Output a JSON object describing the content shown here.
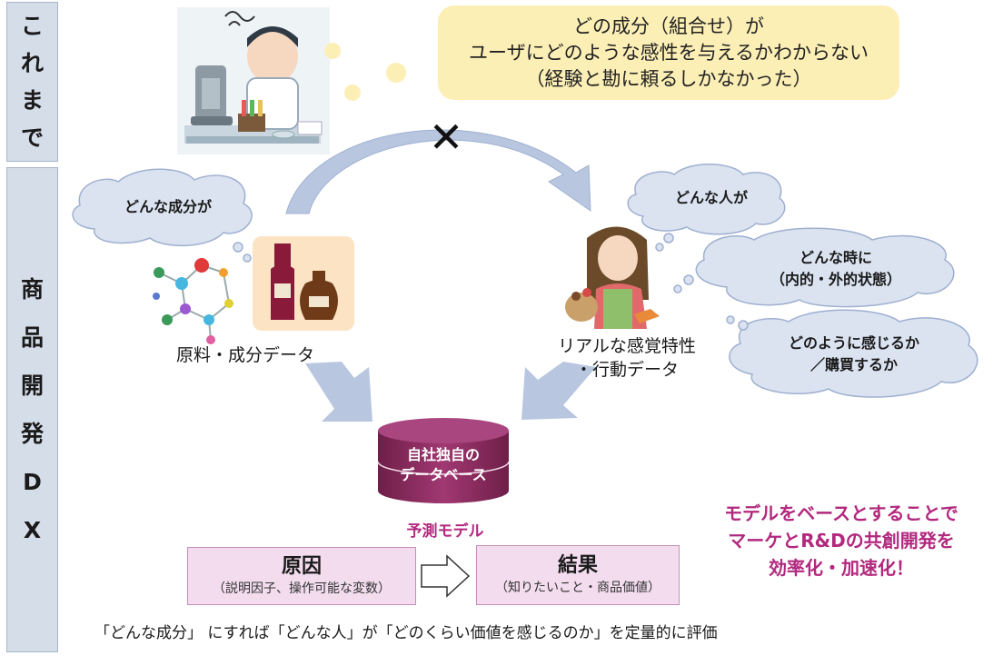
{
  "sidebar": {
    "top_chars": [
      "こ",
      "れ",
      "ま",
      "で"
    ],
    "bottom_chars": [
      "商",
      "品",
      "開",
      "発",
      "D",
      "X"
    ]
  },
  "top_note": {
    "lines": [
      "どの成分（組合せ）が",
      "ユーザにどのような感性を与えるかわからない",
      "（経験と勘に頼るしかなかった）"
    ]
  },
  "cross_mark": "✕",
  "bubbles": {
    "ingredient": "どんな成分が",
    "person": "どんな人が",
    "when_line1": "どんな時に",
    "when_line2": "（内的・外的状態）",
    "feel_line1": "どのように感じるか",
    "feel_line2": "／購買するか"
  },
  "labels": {
    "material": "原料・成分データ",
    "real_line1": "リアルな感覚特性",
    "real_line2": "・行動データ"
  },
  "database": {
    "line1": "自社独自の",
    "line2": "データベース"
  },
  "model": {
    "title": "予測モデル",
    "cause_title": "原因",
    "cause_sub": "（説明因子、操作可能な変数）",
    "result_title": "結果",
    "result_sub": "（知りたいこと・商品価値）"
  },
  "highlight": {
    "line1": "モデルをベースとすることで",
    "line2": "マーケとR&Dの共創開発を",
    "line3": "効率化・加速化！"
  },
  "footer": "「どんな成分」 にすれば「どんな人」が「どのくらい価値を感じるのか」を定量的に評価",
  "colors": {
    "sidebar_bg": "#d5dde9",
    "note_bg": "#fcefb6",
    "cloud_fill": "#dbe3f1",
    "arrow_fill": "#b8c6e0",
    "database_fill": "#8b2a5e",
    "box_fill": "#f2dcee",
    "accent_pink": "#b2287e"
  }
}
